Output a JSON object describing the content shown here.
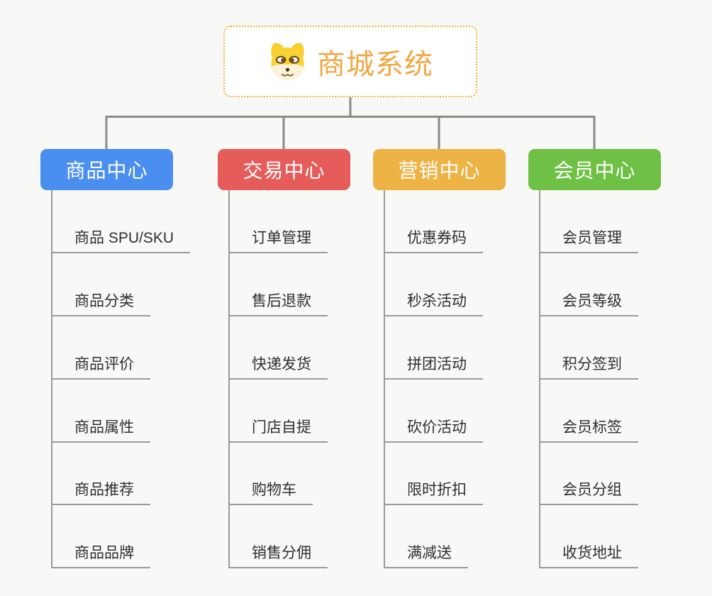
{
  "root": {
    "title": "商城系统",
    "icon": "dog-face",
    "border_color": "#f3b03e",
    "title_color": "#f0a843"
  },
  "connector_color": "#8a8a8a",
  "underline_color": "#9b9b9b",
  "background_color": "#f8f8f7",
  "branches": [
    {
      "label": "商品中心",
      "color": "#4a8ff0",
      "children": [
        "商品 SPU/SKU",
        "商品分类",
        "商品评价",
        "商品属性",
        "商品推荐",
        "商品品牌"
      ]
    },
    {
      "label": "交易中心",
      "color": "#e65c5a",
      "children": [
        "订单管理",
        "售后退款",
        "快递发货",
        "门店自提",
        "购物车",
        "销售分佣"
      ]
    },
    {
      "label": "营销中心",
      "color": "#edb344",
      "children": [
        "优惠券码",
        "秒杀活动",
        "拼团活动",
        "砍价活动",
        "限时折扣",
        "满减送"
      ]
    },
    {
      "label": "会员中心",
      "color": "#6ec145",
      "children": [
        "会员管理",
        "会员等级",
        "积分签到",
        "会员标签",
        "会员分组",
        "收货地址"
      ]
    }
  ]
}
